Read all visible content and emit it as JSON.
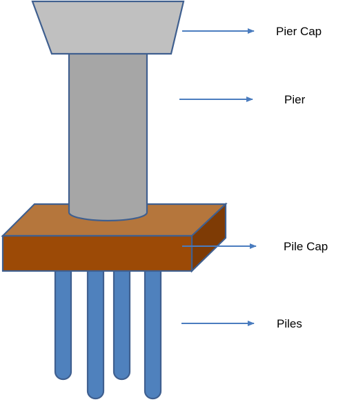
{
  "labels": {
    "pier_cap": "Pier Cap",
    "pier": "Pier",
    "pile_cap": "Pile Cap",
    "piles": "Piles"
  },
  "colors": {
    "pier_cap_fill": "#c0c0c0",
    "pier_fill": "#a6a6a6",
    "pile_cap_top": "#b5763c",
    "pile_cap_front": "#9c4a06",
    "pile_cap_side": "#7e3b05",
    "pile_fill": "#4f81bd",
    "outline": "#3f5f8f",
    "arrow": "#4a7cbf"
  }
}
